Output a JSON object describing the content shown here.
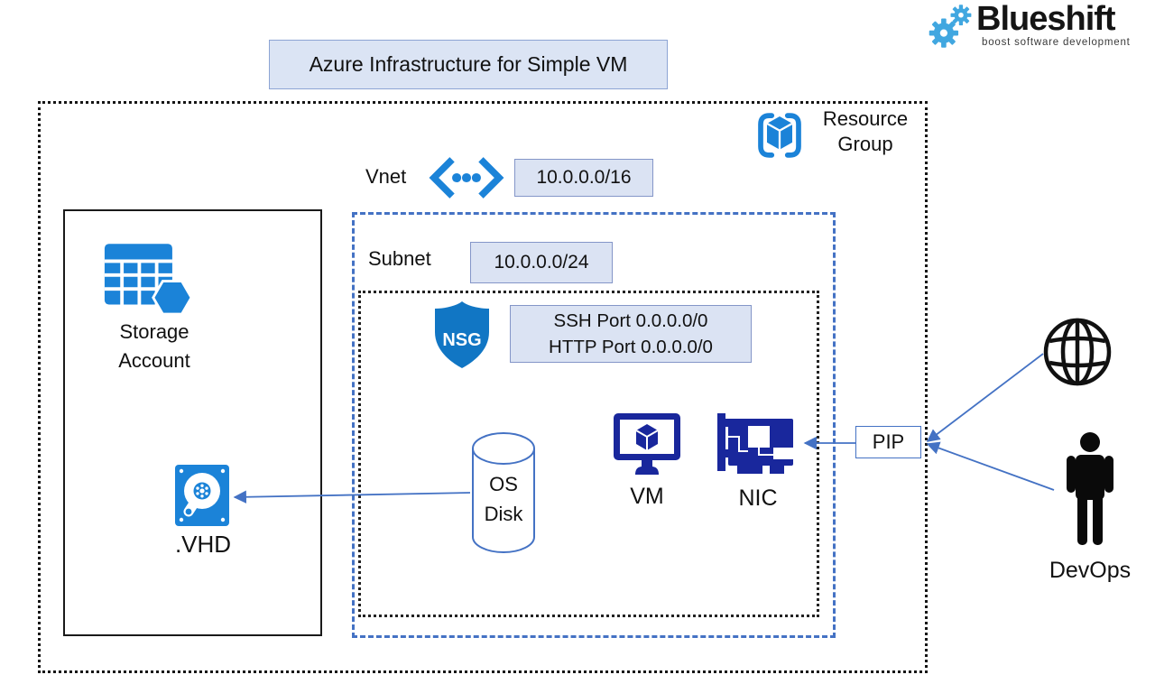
{
  "logo": {
    "name": "Blueshift",
    "tagline": "boost software development"
  },
  "title": "Azure Infrastructure for Simple VM",
  "resource_group": {
    "label": "Resource Group"
  },
  "vnet": {
    "label": "Vnet",
    "cidr": "10.0.0.0/16"
  },
  "subnet": {
    "label": "Subnet",
    "cidr": "10.0.0.0/24"
  },
  "nsg": {
    "label": "NSG",
    "rules": [
      "SSH Port 0.0.0.0/0",
      "HTTP Port 0.0.0.0/0"
    ]
  },
  "storage_account": {
    "label": "Storage Account",
    "vhd_label": ".VHD"
  },
  "os_disk": {
    "label": "OS Disk"
  },
  "vm": {
    "label": "VM"
  },
  "nic": {
    "label": "NIC"
  },
  "pip": {
    "label": "PIP"
  },
  "devops": {
    "label": "DevOps"
  },
  "colors": {
    "azure_icon": "#1b83d8",
    "nsg_shield": "#1176c4",
    "navy_icon": "#19279c",
    "connector": "#4472c4",
    "chip_fill": "#dbe3f3",
    "chip_border": "#8496c8",
    "logo_gear": "#41a7e0"
  }
}
